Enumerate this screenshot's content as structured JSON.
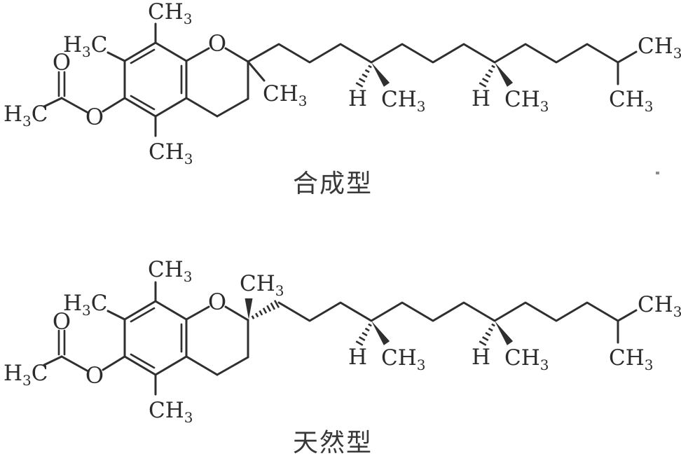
{
  "figure": {
    "background": "#ffffff",
    "ink": "#2f2f2f",
    "captions": {
      "synthetic": "合成型",
      "natural": "天然型"
    },
    "symbols": {
      "oxygen": "O",
      "hydrogen": "H",
      "ch": "CH",
      "sub_three": "3",
      "h": "H",
      "c": "C"
    }
  }
}
